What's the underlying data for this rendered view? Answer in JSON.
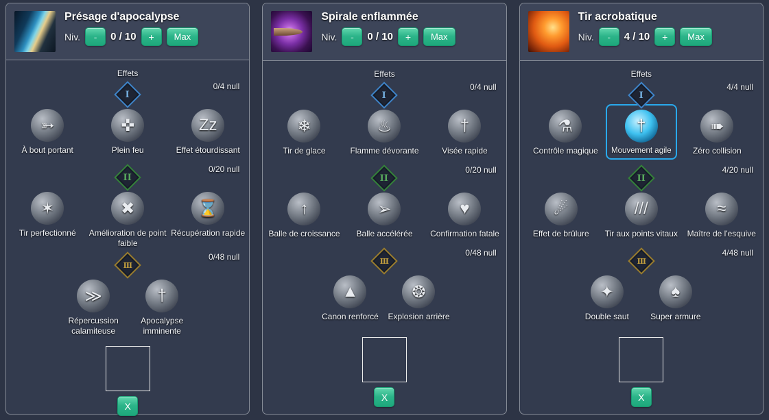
{
  "colors": {
    "accent_green": "#23b286",
    "tier1_blue": "#3f84c9",
    "tier2_green": "#35823a",
    "tier3_gold": "#9a7d2e",
    "selected_blue": "#29a9ec",
    "panel_header_bg": "#3d4559",
    "panel_body_bg": "#333b4e",
    "page_bg": "#2d3445"
  },
  "panels": [
    {
      "title": "Présage d'apocalypse",
      "level_label": "Niv.",
      "level_value": "0 / 10",
      "minus_label": "-",
      "plus_label": "+",
      "max_label": "Max",
      "close_label": "X",
      "effects_label": "Effets",
      "tiers": [
        {
          "numeral": "I",
          "count": "0/4 null",
          "skills": [
            {
              "name": "À bout portant",
              "icon": "gun-icon",
              "glyph": "➳"
            },
            {
              "name": "Plein feu",
              "icon": "crosshair-icon",
              "glyph": "✜"
            },
            {
              "name": "Effet étourdissant",
              "icon": "sleep-zzz-icon",
              "glyph": "Zz"
            }
          ]
        },
        {
          "numeral": "II",
          "count": "0/20 null",
          "skills": [
            {
              "name": "Tir perfectionné",
              "icon": "blade-fan-icon",
              "glyph": "✶"
            },
            {
              "name": "Amélioration de point faible",
              "icon": "crossed-bandage-icon",
              "glyph": "✖"
            },
            {
              "name": "Récupération rapide",
              "icon": "hourglass-icon",
              "glyph": "⌛"
            }
          ]
        },
        {
          "numeral": "III",
          "count": "0/48 null",
          "skills": [
            {
              "name": "Répercussion calamiteuse",
              "icon": "triple-chevron-icon",
              "glyph": "≫"
            },
            {
              "name": "Apocalypse imminente",
              "icon": "sword-burst-icon",
              "glyph": "†"
            }
          ]
        }
      ]
    },
    {
      "title": "Spirale enflammée",
      "level_label": "Niv.",
      "level_value": "0 / 10",
      "minus_label": "-",
      "plus_label": "+",
      "max_label": "Max",
      "close_label": "X",
      "effects_label": "Effets",
      "tiers": [
        {
          "numeral": "I",
          "count": "0/4 null",
          "skills": [
            {
              "name": "Tir de glace",
              "icon": "ice-shard-icon",
              "glyph": "❄"
            },
            {
              "name": "Flamme dévorante",
              "icon": "flame-icon",
              "glyph": "♨"
            },
            {
              "name": "Visée rapide",
              "icon": "sword-swirl-icon",
              "glyph": "†"
            }
          ]
        },
        {
          "numeral": "II",
          "count": "0/20 null",
          "skills": [
            {
              "name": "Balle de croissance",
              "icon": "growth-arrow-icon",
              "glyph": "↑"
            },
            {
              "name": "Balle accélérée",
              "icon": "speeding-bullet-icon",
              "glyph": "➢"
            },
            {
              "name": "Confirmation fatale",
              "icon": "heart-box-icon",
              "glyph": "♥"
            }
          ]
        },
        {
          "numeral": "III",
          "count": "0/48 null",
          "skills": [
            {
              "name": "Canon renforcé",
              "icon": "shell-icon",
              "glyph": "▲"
            },
            {
              "name": "Explosion arrière",
              "icon": "sunburst-icon",
              "glyph": "❂"
            }
          ]
        }
      ]
    },
    {
      "title": "Tir acrobatique",
      "level_label": "Niv.",
      "level_value": "4 / 10",
      "minus_label": "-",
      "plus_label": "+",
      "max_label": "Max",
      "close_label": "X",
      "effects_label": "Effets",
      "tiers": [
        {
          "numeral": "I",
          "count": "4/4 null",
          "skills": [
            {
              "name": "Contrôle magique",
              "icon": "potion-flask-icon",
              "glyph": "⚗"
            },
            {
              "name": "Mouvement agile",
              "icon": "agile-sword-swirl-icon",
              "glyph": "†",
              "selected": true
            },
            {
              "name": "Zéro collision",
              "icon": "runner-icon",
              "glyph": "➠"
            }
          ]
        },
        {
          "numeral": "II",
          "count": "4/20 null",
          "skills": [
            {
              "name": "Effet de brûlure",
              "icon": "burning-head-icon",
              "glyph": "☄"
            },
            {
              "name": "Tir aux points vitaux",
              "icon": "claw-marks-icon",
              "glyph": "///"
            },
            {
              "name": "Maître de l'esquive",
              "icon": "dodge-icon",
              "glyph": "≈"
            }
          ]
        },
        {
          "numeral": "III",
          "count": "4/48 null",
          "skills": [
            {
              "name": "Double saut",
              "icon": "star-burst-icon",
              "glyph": "✦"
            },
            {
              "name": "Super armure",
              "icon": "armor-icon",
              "glyph": "♠"
            }
          ]
        }
      ]
    }
  ]
}
